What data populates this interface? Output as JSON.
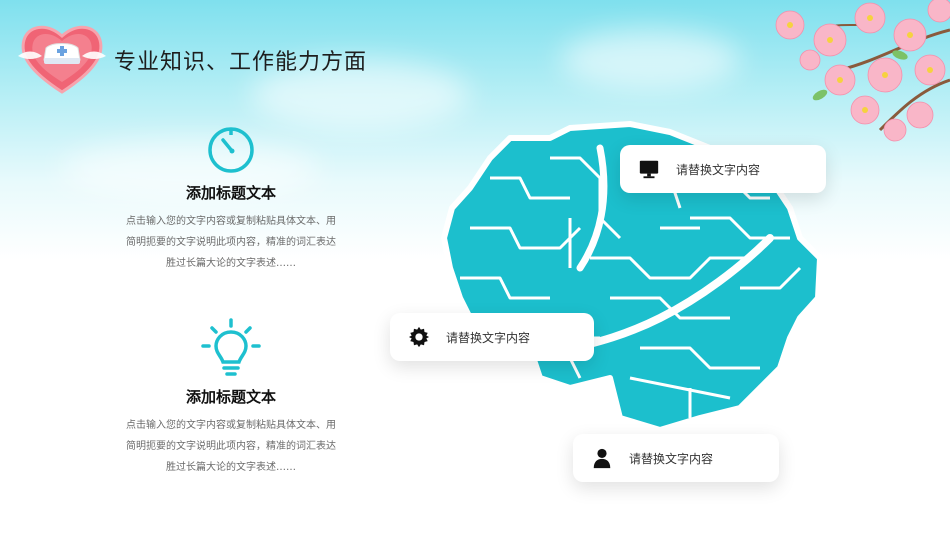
{
  "page": {
    "title": "专业知识、工作能力方面"
  },
  "blocks": [
    {
      "icon": "timer-icon",
      "heading": "添加标题文本",
      "lines": [
        "点击输入您的文字内容或复制粘贴具体文本、用",
        "简明扼要的文字说明此项内容，精准的词汇表达",
        "胜过长篇大论的文字表述……"
      ]
    },
    {
      "icon": "lightbulb-icon",
      "heading": "添加标题文本",
      "lines": [
        "点击输入您的文字内容或复制粘贴具体文本、用",
        "简明扼要的文字说明此项内容，精准的词汇表达",
        "胜过长篇大论的文字表述……"
      ]
    }
  ],
  "cards": [
    {
      "icon": "monitor-icon",
      "text": "请替换文字内容"
    },
    {
      "icon": "gear-icon",
      "text": "请替换文字内容"
    },
    {
      "icon": "user-icon",
      "text": "请替换文字内容"
    }
  ],
  "colors": {
    "accent": "#1ec0cf",
    "brain": "#1cbfcd",
    "heart": "#f05a6e"
  }
}
